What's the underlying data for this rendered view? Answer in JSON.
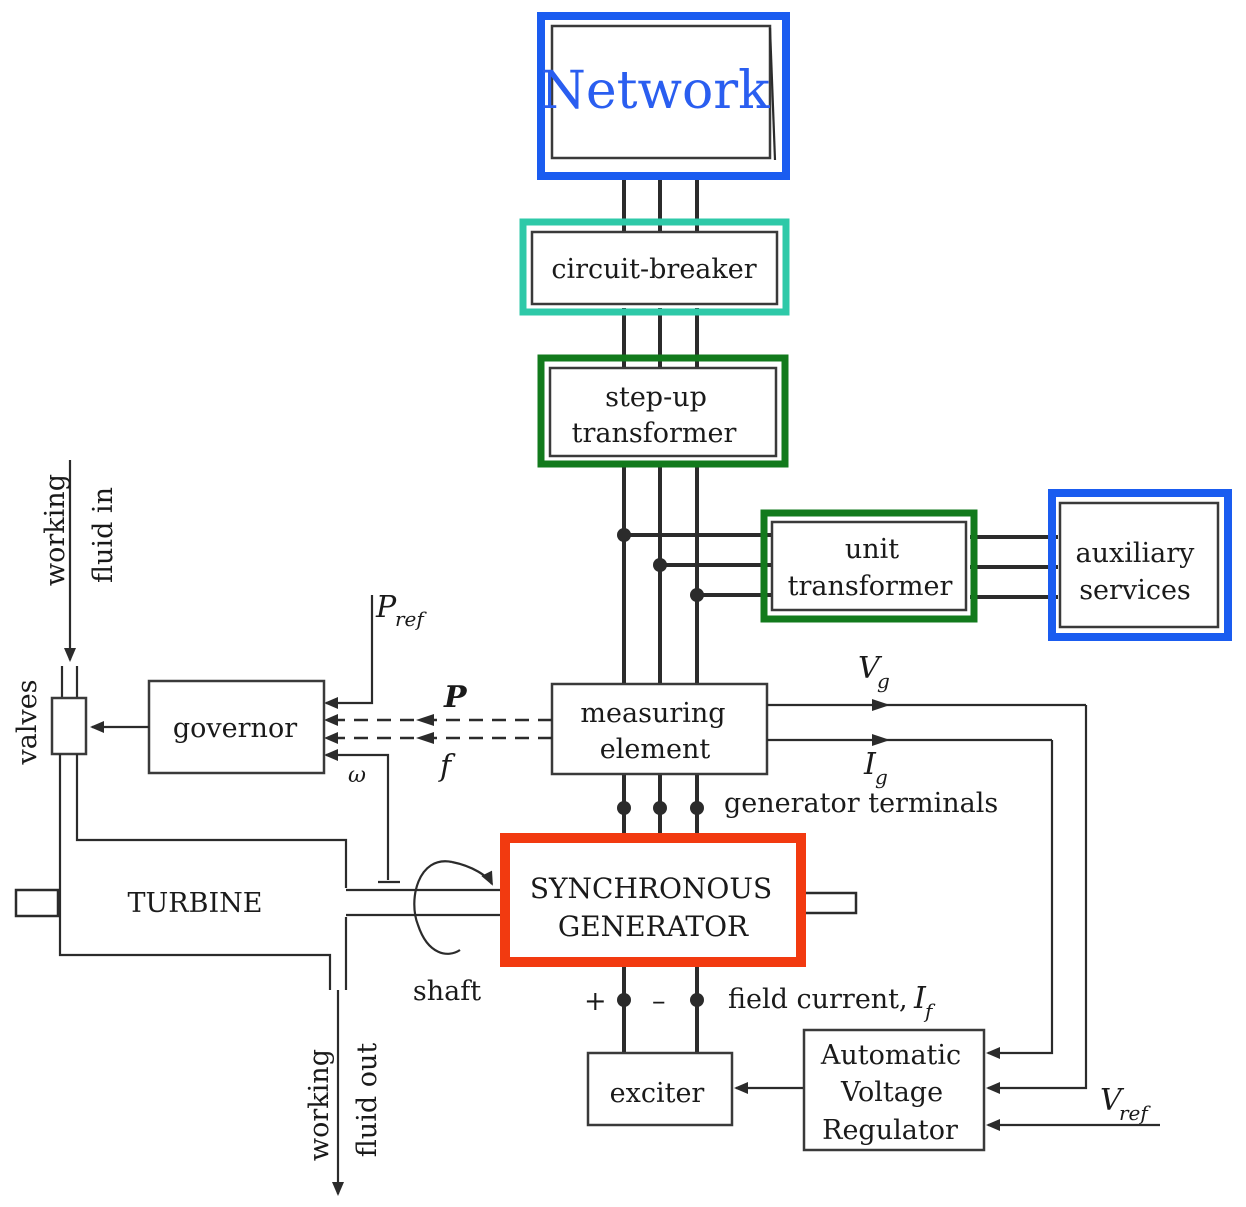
{
  "blocks": {
    "network": "Network",
    "circuit_breaker": "circuit-breaker",
    "step_up_transformer": [
      "step-up",
      "transformer"
    ],
    "unit_transformer": [
      "unit",
      "transformer"
    ],
    "auxiliary_services": [
      "auxiliary",
      "services"
    ],
    "measuring_element": [
      "measuring",
      "element"
    ],
    "governor": "governor",
    "valves": "valves",
    "turbine": "TURBINE",
    "synchronous_generator": [
      "SYNCHRONOUS",
      "GENERATOR"
    ],
    "exciter": "exciter",
    "avr": [
      "Automatic",
      "Voltage",
      "Regulator"
    ]
  },
  "labels": {
    "working_fluid_in": [
      "working",
      "fluid in"
    ],
    "working_fluid_out": [
      "working",
      "fluid out"
    ],
    "shaft": "shaft",
    "generator_terminals": "generator terminals",
    "field_current": "field current,",
    "plus": "+",
    "minus": "–"
  },
  "symbols": {
    "p_ref": {
      "main": "P",
      "sub": "ref"
    },
    "p": "P",
    "f": "f",
    "omega": "ω",
    "v_g": {
      "main": "V",
      "sub": "g"
    },
    "i_g": {
      "main": "I",
      "sub": "g"
    },
    "i_f": {
      "main": "I",
      "sub": "f"
    },
    "v_ref": {
      "main": "V",
      "sub": "ref"
    }
  },
  "highlight_colors": {
    "network": "#1a5cf0",
    "circuit_breaker": "#2ec9a8",
    "step_up_transformer": "#127a1c",
    "unit_transformer": "#127a1c",
    "auxiliary_services": "#1a5cf0",
    "synchronous_generator": "#f23a10",
    "network_text": "#2a5ef0"
  }
}
